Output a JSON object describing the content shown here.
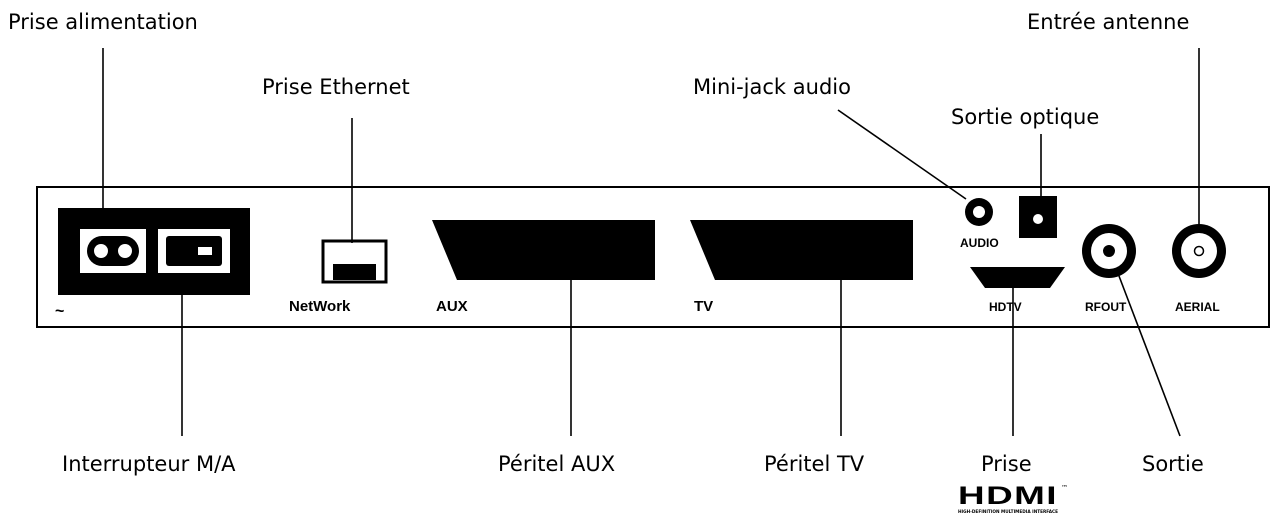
{
  "callouts": {
    "power_socket": "Prise alimentation",
    "ethernet_socket": "Prise Ethernet",
    "audio_minijack": "Mini-jack audio",
    "optical_output": "Sortie optique",
    "antenna_input": "Entrée antenne",
    "power_switch": "Interrupteur M/A",
    "scart_aux": "Péritel AUX",
    "scart_tv": "Péritel TV",
    "hdmi_socket": "Prise",
    "rf_output": "Sortie"
  },
  "panel_labels": {
    "power_symbol": "~",
    "network": "NetWork",
    "aux": "AUX",
    "tv": "TV",
    "audio": "AUDIO",
    "hdtv": "HDTV",
    "rf_out": "RFOUT",
    "aerial": "AERIAL"
  },
  "hdmi_logo": {
    "wordmark": "HDMI",
    "tagline": "HIGH-DEFINITION MULTIMEDIA INTERFACE",
    "trademark": "™"
  }
}
